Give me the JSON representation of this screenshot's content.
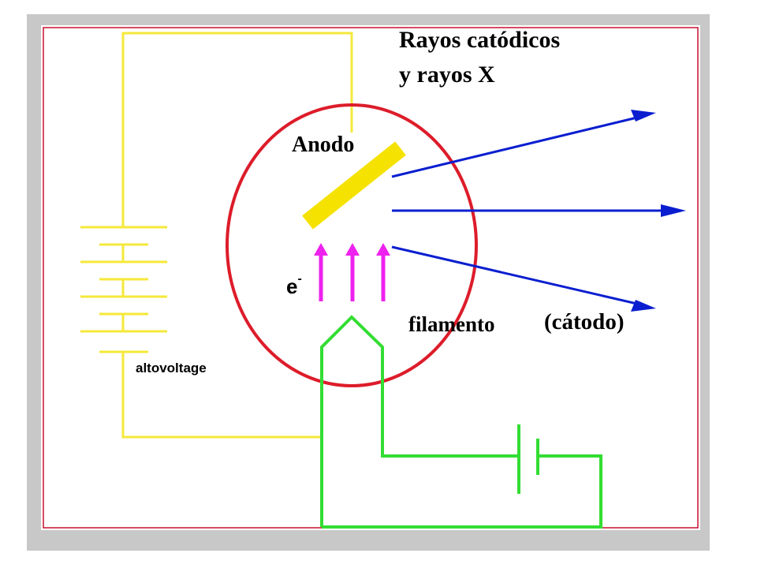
{
  "diagram": {
    "title_line1": "Rayos catódicos",
    "title_line2": "y rayos X",
    "anode_label": "Anodo",
    "electron_label": "e",
    "electron_superscript": "-",
    "filament_label": "filamento",
    "cathode_label": "(cátodo)",
    "voltage_label": "altovoltage"
  },
  "colors": {
    "frame_gray": "#c8c8c8",
    "border": "#c8102e",
    "high_voltage_circuit": "#f5e83a",
    "tube": "#dd1c2a",
    "anode": "#f5e200",
    "electrons": "#ee22ee",
    "filament_circuit": "#33dd33",
    "x_rays": "#0a1ed0"
  }
}
